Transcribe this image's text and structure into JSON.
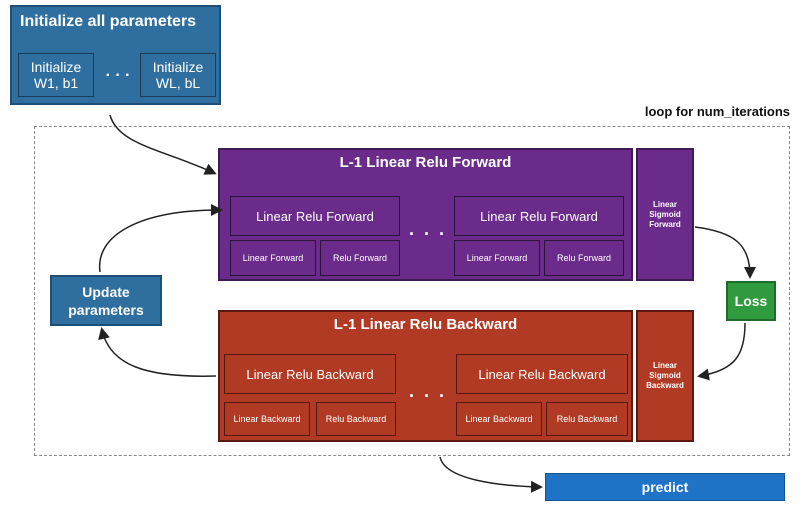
{
  "init": {
    "title": "Initialize all parameters",
    "box1_line1": "Initialize",
    "box1_line2": "W1, b1",
    "box2_line1": "Initialize",
    "box2_line2": "WL, bL",
    "dots": "· · ·"
  },
  "loop": {
    "label": "loop for num_iterations"
  },
  "forward": {
    "title": "L-1 Linear Relu Forward",
    "block1_title": "Linear Relu Forward",
    "block2_title": "Linear Relu Forward",
    "lf1": "Linear Forward",
    "rf1": "Relu Forward",
    "lf2": "Linear Forward",
    "rf2": "Relu Forward",
    "dots": "· · ·"
  },
  "sigmoid_forward": {
    "line1": "Linear",
    "line2": "Sigmoid",
    "line3": "Forward"
  },
  "loss": {
    "label": "Loss"
  },
  "backward": {
    "title": "L-1 Linear Relu Backward",
    "block1_title": "Linear Relu Backward",
    "block2_title": "Linear Relu Backward",
    "lb1": "Linear Backward",
    "rb1": "Relu Backward",
    "lb2": "Linear Backward",
    "rb2": "Relu Backward",
    "dots": "· · ·"
  },
  "sigmoid_backward": {
    "line1": "Linear",
    "line2": "Sigmoid",
    "line3": "Backward"
  },
  "update": {
    "line1": "Update",
    "line2": "parameters"
  },
  "predict": {
    "label": "predict"
  }
}
